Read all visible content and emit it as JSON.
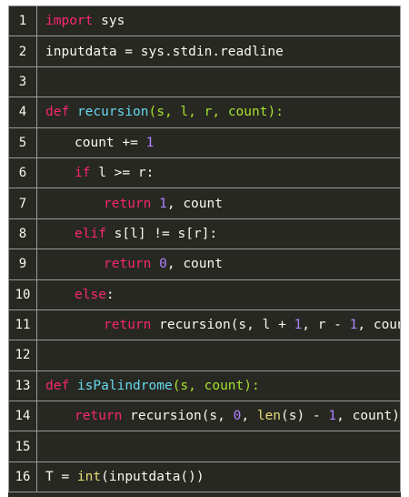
{
  "editor": {
    "lines": [
      {
        "n": "1",
        "t": [
          [
            "kw",
            "import"
          ],
          [
            "pl",
            " sys"
          ]
        ]
      },
      {
        "n": "2",
        "t": [
          [
            "pl",
            "inputdata = sys.stdin.readline"
          ]
        ]
      },
      {
        "n": "3",
        "t": []
      },
      {
        "n": "4",
        "t": [
          [
            "kw",
            "def"
          ],
          [
            "pl",
            " "
          ],
          [
            "fn",
            "recursion"
          ],
          [
            "pa",
            "(s, l, r, count):"
          ]
        ]
      },
      {
        "n": "5",
        "indent": 1,
        "t": [
          [
            "pl",
            "count += "
          ],
          [
            "nu",
            "1"
          ]
        ]
      },
      {
        "n": "6",
        "indent": 1,
        "t": [
          [
            "kw",
            "if"
          ],
          [
            "pl",
            " l >= r:"
          ]
        ]
      },
      {
        "n": "7",
        "indent": 2,
        "t": [
          [
            "kw",
            "return"
          ],
          [
            "pl",
            " "
          ],
          [
            "nu",
            "1"
          ],
          [
            "pl",
            ", count"
          ]
        ]
      },
      {
        "n": "8",
        "indent": 1,
        "t": [
          [
            "kw",
            "elif"
          ],
          [
            "pl",
            " s[l] != s[r]:"
          ]
        ]
      },
      {
        "n": "9",
        "indent": 2,
        "t": [
          [
            "kw",
            "return"
          ],
          [
            "pl",
            " "
          ],
          [
            "nu",
            "0"
          ],
          [
            "pl",
            ", count"
          ]
        ]
      },
      {
        "n": "10",
        "indent": 1,
        "t": [
          [
            "kw",
            "else"
          ],
          [
            "pl",
            ":"
          ]
        ]
      },
      {
        "n": "11",
        "indent": 2,
        "t": [
          [
            "kw",
            "return"
          ],
          [
            "pl",
            " recursion(s, l + "
          ],
          [
            "nu",
            "1"
          ],
          [
            "pl",
            ", r - "
          ],
          [
            "nu",
            "1"
          ],
          [
            "pl",
            ", count)"
          ]
        ]
      },
      {
        "n": "12",
        "t": []
      },
      {
        "n": "13",
        "t": [
          [
            "kw",
            "def"
          ],
          [
            "pl",
            " "
          ],
          [
            "fn",
            "isPalindrome"
          ],
          [
            "pa",
            "(s, count):"
          ]
        ]
      },
      {
        "n": "14",
        "indent": 1,
        "t": [
          [
            "kw",
            "return"
          ],
          [
            "pl",
            " recursion(s, "
          ],
          [
            "nu",
            "0"
          ],
          [
            "pl",
            ", "
          ],
          [
            "bi",
            "len"
          ],
          [
            "pl",
            "(s) - "
          ],
          [
            "nu",
            "1"
          ],
          [
            "pl",
            ", count)"
          ]
        ]
      },
      {
        "n": "15",
        "t": []
      },
      {
        "n": "16",
        "t": [
          [
            "pl",
            "T = "
          ],
          [
            "bi",
            "int"
          ],
          [
            "pl",
            "(inputdata())"
          ]
        ]
      }
    ]
  },
  "colors": {
    "background": "#272822",
    "keyword": "#f92672",
    "function": "#66d9ef",
    "parameters": "#a6e22e",
    "number": "#ae81ff",
    "builtin": "#e6db74",
    "plain": "#f8f8f2",
    "grid": "#9a9a9a"
  }
}
